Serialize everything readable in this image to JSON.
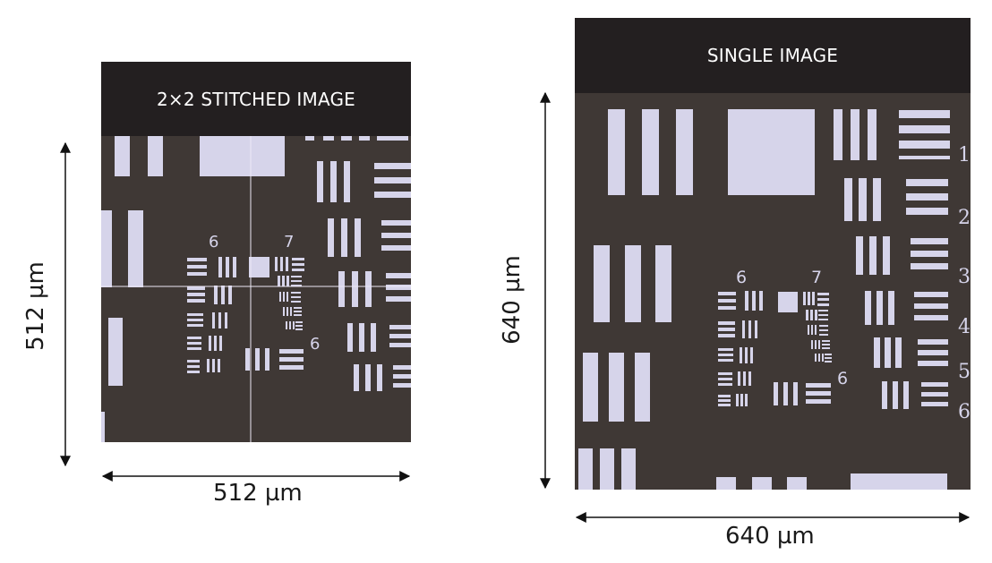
{
  "left_panel": {
    "title": "2×2 STITCHED IMAGE",
    "width_label": "512 µm",
    "height_label": "512 µm",
    "group_labels": [
      "6",
      "7",
      "6"
    ]
  },
  "right_panel": {
    "title": "SINGLE IMAGE",
    "width_label": "640 µm",
    "height_label": "640 µm",
    "group_labels": [
      "6",
      "7",
      "6"
    ],
    "element_numbers": [
      "1",
      "2",
      "3",
      "4",
      "5",
      "6"
    ]
  },
  "colors": {
    "header_bg": "#231f20",
    "target_bg": "#3f3835",
    "bar_fill": "#d6d4ea",
    "arrow": "#111111"
  }
}
